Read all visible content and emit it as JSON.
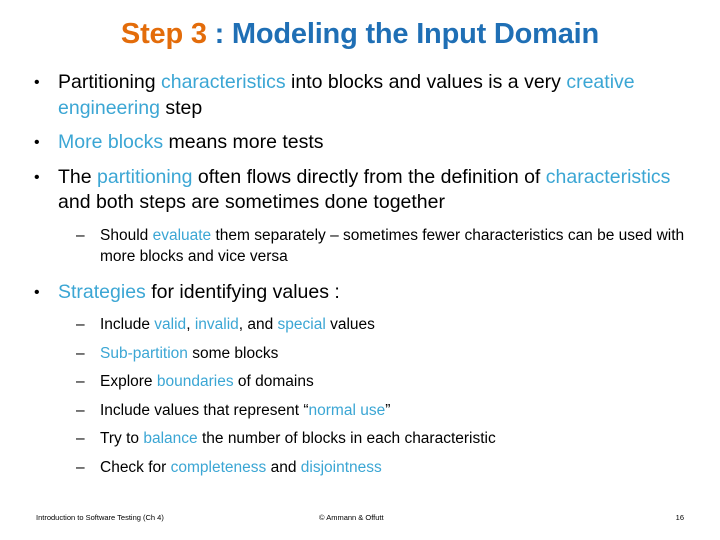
{
  "slide": {
    "title": {
      "step_label": "Step 3 ",
      "rest_label": ": Modeling the Input Domain",
      "step_color": "#E36C0A",
      "rest_color": "#1F6FB5"
    },
    "highlight_color": "#3BA6D4",
    "bullet_glyph": "•",
    "dash_glyph": "–",
    "bullets": [
      {
        "level": 1,
        "segments": [
          {
            "text": "Partitioning ",
            "highlight": false
          },
          {
            "text": "characteristics",
            "highlight": true
          },
          {
            "text": " into blocks and values is a very ",
            "highlight": false
          },
          {
            "text": "creative engineering",
            "highlight": true
          },
          {
            "text": " step",
            "highlight": false
          }
        ]
      },
      {
        "level": 1,
        "segments": [
          {
            "text": "More blocks",
            "highlight": true
          },
          {
            "text": " means more tests",
            "highlight": false
          }
        ]
      },
      {
        "level": 1,
        "segments": [
          {
            "text": "The ",
            "highlight": false
          },
          {
            "text": "partitioning",
            "highlight": true
          },
          {
            "text": " often flows directly from the definition of ",
            "highlight": false
          },
          {
            "text": "characteristics",
            "highlight": true
          },
          {
            "text": " and both steps are sometimes done together",
            "highlight": false
          }
        ]
      },
      {
        "level": 2,
        "segments": [
          {
            "text": "Should ",
            "highlight": false
          },
          {
            "text": "evaluate",
            "highlight": true
          },
          {
            "text": " them separately – sometimes fewer characteristics can be used with more blocks and vice versa",
            "highlight": false
          }
        ]
      },
      {
        "level": 1,
        "segments": [
          {
            "text": "Strategies",
            "highlight": true
          },
          {
            "text": " for identifying values :",
            "highlight": false
          }
        ]
      },
      {
        "level": 2,
        "segments": [
          {
            "text": "Include ",
            "highlight": false
          },
          {
            "text": "valid",
            "highlight": true
          },
          {
            "text": ", ",
            "highlight": false
          },
          {
            "text": "invalid",
            "highlight": true
          },
          {
            "text": ", and ",
            "highlight": false
          },
          {
            "text": "special",
            "highlight": true
          },
          {
            "text": " values",
            "highlight": false
          }
        ]
      },
      {
        "level": 2,
        "segments": [
          {
            "text": "Sub-partition",
            "highlight": true
          },
          {
            "text": " some blocks",
            "highlight": false
          }
        ]
      },
      {
        "level": 2,
        "segments": [
          {
            "text": "Explore ",
            "highlight": false
          },
          {
            "text": "boundaries",
            "highlight": true
          },
          {
            "text": " of domains",
            "highlight": false
          }
        ]
      },
      {
        "level": 2,
        "segments": [
          {
            "text": "Include values that represent “",
            "highlight": false
          },
          {
            "text": "normal use",
            "highlight": true
          },
          {
            "text": "”",
            "highlight": false
          }
        ]
      },
      {
        "level": 2,
        "segments": [
          {
            "text": "Try to ",
            "highlight": false
          },
          {
            "text": "balance",
            "highlight": true
          },
          {
            "text": " the number of blocks in each characteristic",
            "highlight": false
          }
        ]
      },
      {
        "level": 2,
        "segments": [
          {
            "text": "Check for ",
            "highlight": false
          },
          {
            "text": "completeness",
            "highlight": true
          },
          {
            "text": " and ",
            "highlight": false
          },
          {
            "text": "disjointness",
            "highlight": true
          }
        ]
      }
    ]
  },
  "footer": {
    "left": "Introduction to Software Testing (Ch 4)",
    "center": "© Ammann & Offutt",
    "page_number": "16"
  }
}
